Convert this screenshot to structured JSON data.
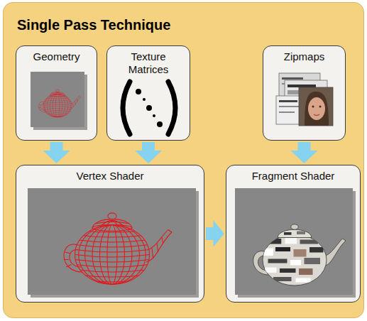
{
  "diagram": {
    "title": "Single Pass Technique",
    "nodes": [
      {
        "text": [
          "Geometry"
        ]
      },
      {
        "text": [
          "Texture Matrices"
        ]
      },
      {
        "text": [
          "Zipmaps"
        ]
      },
      {
        "text": [
          "Vertex Shader"
        ]
      },
      {
        "text": [
          "Fragment Shader"
        ]
      }
    ],
    "edges": [
      {
        "from": 0,
        "to": 3,
        "arrow": "to"
      },
      {
        "from": 1,
        "to": 3,
        "arrow": "to"
      },
      {
        "from": 2,
        "to": 4,
        "arrow": "to"
      },
      {
        "from": 3,
        "to": 4,
        "arrow": "to"
      }
    ]
  }
}
